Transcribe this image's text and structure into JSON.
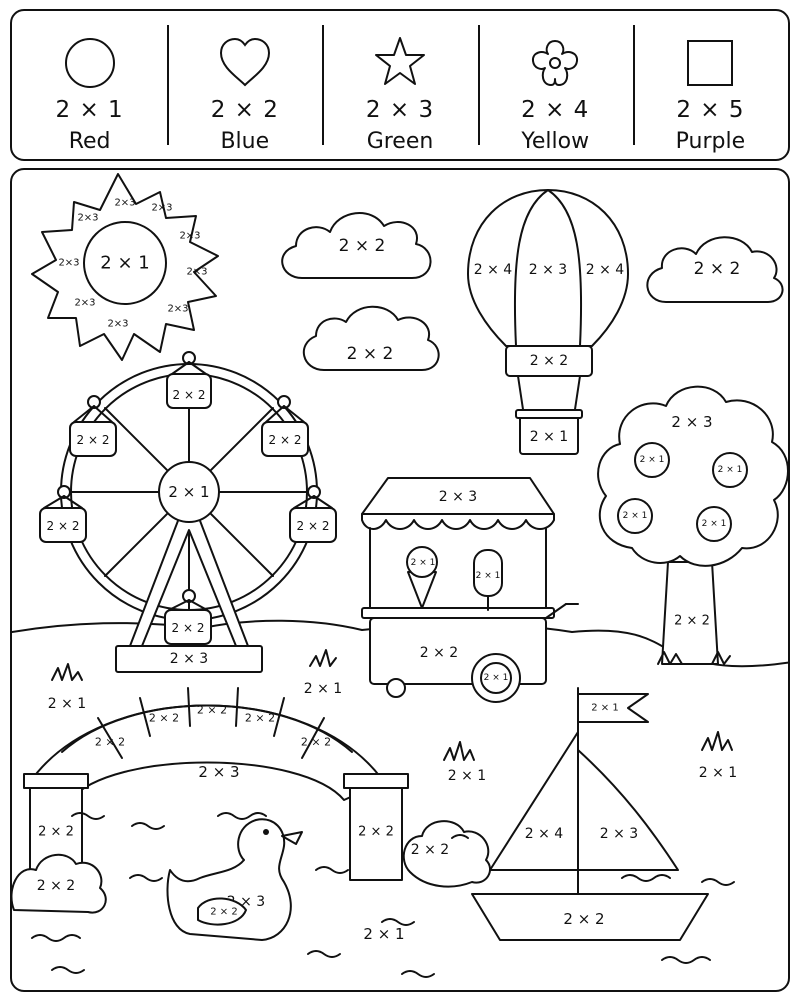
{
  "legend": [
    {
      "shape": "circle-icon",
      "equation": "2 × 1",
      "color": "Red",
      "hex": "#e53935"
    },
    {
      "shape": "heart-icon",
      "equation": "2 × 2",
      "color": "Blue",
      "hex": "#1e6fd9"
    },
    {
      "shape": "star-icon",
      "equation": "2 × 3",
      "color": "Green",
      "hex": "#2e9e44"
    },
    {
      "shape": "flower-icon",
      "equation": "2 × 4",
      "color": "Yellow",
      "hex": "#f5d20a"
    },
    {
      "shape": "square-icon",
      "equation": "2 × 5",
      "color": "Purple",
      "hex": "#8e3fb8"
    }
  ],
  "scene": {
    "sun": {
      "center": "2 × 1",
      "rays": "2×3"
    },
    "clouds": {
      "top": "2 × 2",
      "middle": "2 × 2",
      "right": "2 × 2"
    },
    "balloon": {
      "left_panel": "2 × 4",
      "center_panel": "2 × 3",
      "right_panel": "2 × 4",
      "band": "2 × 2",
      "basket": "2 × 1"
    },
    "ferris_wheel": {
      "hub": "2 × 1",
      "cabins": "2 × 2",
      "base": "2 × 3"
    },
    "tree": {
      "crown": "2 × 3",
      "flowers": "2 × 1",
      "trunk": "2 × 2"
    },
    "cart": {
      "awning": "2 × 3",
      "ice_cream": "2 × 1",
      "popsicle": "2 × 1",
      "body": "2 × 2",
      "wheel": "2 × 1"
    },
    "grass": {
      "left": "2 × 1",
      "center": "2 × 1",
      "middle": "2 × 1",
      "right": "2 × 1"
    },
    "bridge": {
      "stones": "2 × 2",
      "arch": "2 × 3",
      "left_pillar": "2 × 2",
      "right_pillar": "2 × 2"
    },
    "bushes": {
      "left": "2 × 2",
      "right": "2 × 2"
    },
    "duck": {
      "body": "2 × 3",
      "wing": "2 × 2"
    },
    "water": "2 × 1",
    "boat": {
      "flag": "2 × 1",
      "left_sail": "2 × 4",
      "right_sail": "2 × 3",
      "hull": "2 × 2"
    }
  }
}
